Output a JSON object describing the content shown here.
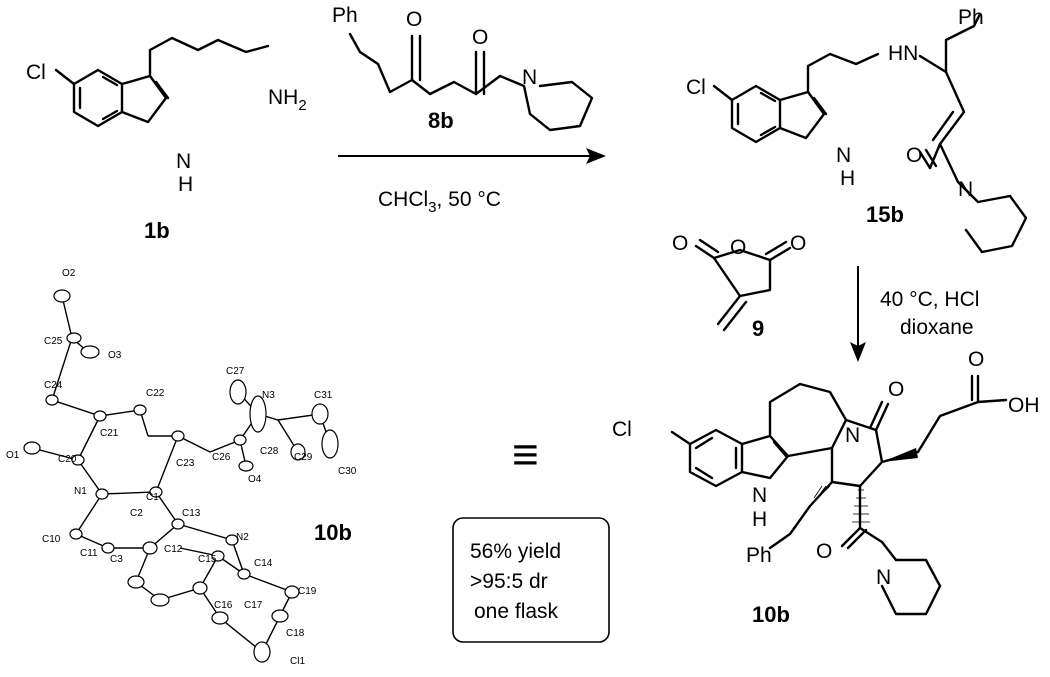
{
  "scheme": {
    "compounds": {
      "c1b": "1b",
      "c8b": "8b",
      "c15b": "15b",
      "c9": "9",
      "c10b_crystal": "10b",
      "c10b": "10b"
    },
    "conditions": {
      "step1_a": "CHCl",
      "step1_sub": "3",
      "step1_b": ", 50 °C",
      "step2_line1": "40 °C, HCl",
      "step2_line2": "dioxane"
    },
    "equivalence_symbol": "≡",
    "result_box": [
      "56% yield",
      ">95:5 dr",
      "one flask"
    ],
    "atom_labels": {
      "cl": "Cl",
      "nh2_n": "NH",
      "nh2_sub": "2",
      "n": "N",
      "h": "H",
      "o": "O",
      "ph": "Ph",
      "hn": "HN",
      "oh": "OH",
      "nh": "N",
      "nh_h": "H"
    },
    "crystal_labels": [
      "O2",
      "C25",
      "O3",
      "C24",
      "C27",
      "N3",
      "C31",
      "C22",
      "C21",
      "O1",
      "C20",
      "C23",
      "C26",
      "C28",
      "C29",
      "O4",
      "C30",
      "N1",
      "C1",
      "C2",
      "C13",
      "C10",
      "C11",
      "C12",
      "N2",
      "C3",
      "C15",
      "C14",
      "C19",
      "C16",
      "C17",
      "C18",
      "Cl1"
    ]
  }
}
